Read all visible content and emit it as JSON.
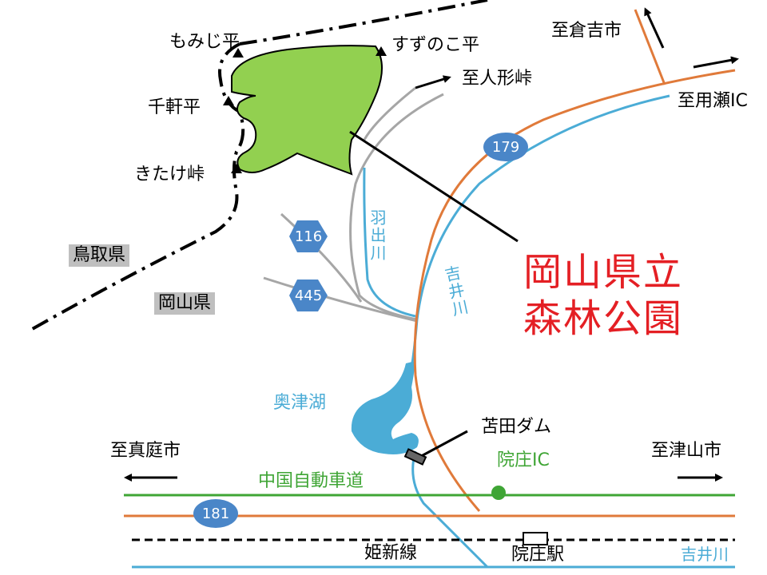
{
  "title": {
    "line1": "岡山県立",
    "line2": "森林公園"
  },
  "peaks": {
    "momiji": "もみじ平",
    "suzunoko": "すずのこ平",
    "sengen": "千軒平",
    "kitake": "きたけ峠"
  },
  "prefectures": {
    "tottori": "鳥取県",
    "okayama": "岡山県"
  },
  "directions": {
    "kurayoshi": "至倉吉市",
    "mochigase_ic": "至用瀬IC",
    "ningyo": "至人形峠",
    "maniwa": "至真庭市",
    "tsuyama": "至津山市"
  },
  "rivers": {
    "hade": "羽出川",
    "yoshii": "吉井川",
    "yoshii_bottom": "吉井川"
  },
  "lake": "奥津湖",
  "dam": "苫田ダム",
  "interchange": "院庄IC",
  "expressway": "中国自動車道",
  "railway": "姫新線",
  "station": "院庄駅",
  "routes": {
    "r179": "179",
    "r181": "181",
    "r116": "116",
    "r445": "445"
  },
  "colors": {
    "park": "#92d050",
    "orange_road": "#e07a3a",
    "river": "#4bacd6",
    "expressway": "#3fa535",
    "route_badge": "#4a86c8",
    "gray_road": "#a6a6a6",
    "title": "#e41f24"
  }
}
